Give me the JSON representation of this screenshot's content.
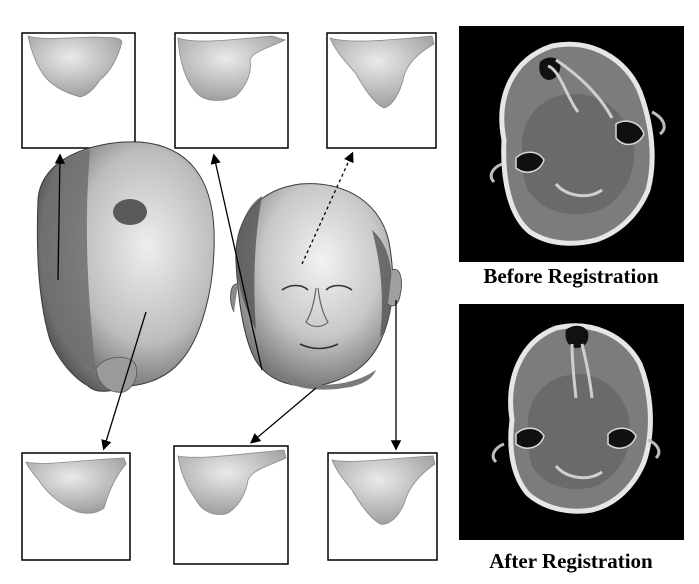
{
  "captions": {
    "before": "Before Registration",
    "after": "After Registration"
  },
  "colors": {
    "background": "#ffffff",
    "scan_background": "#000000",
    "frame": "#000000"
  },
  "figure": {
    "patch_thumbnails": 6,
    "head_models": [
      "skull-surface-model",
      "face-surface-model"
    ],
    "ct_slices": [
      "before-registration",
      "after-registration"
    ]
  }
}
